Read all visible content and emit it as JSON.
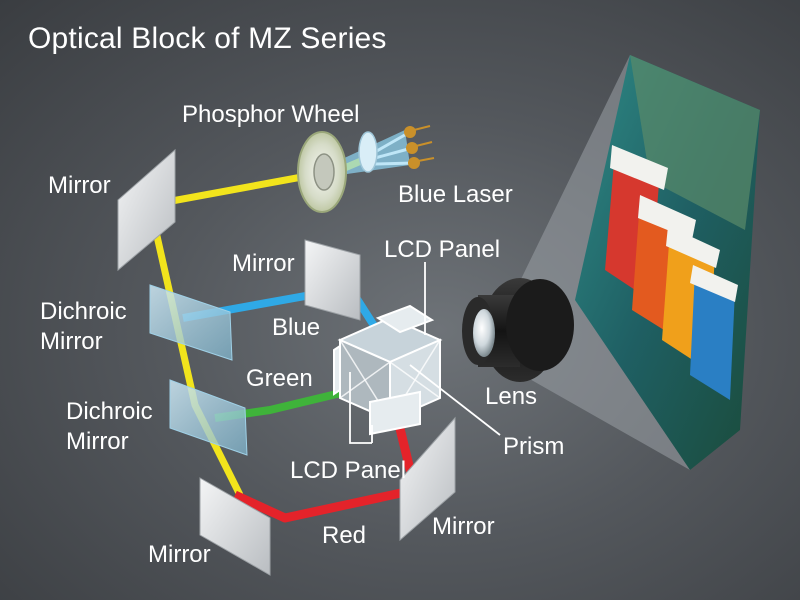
{
  "title": "Optical Block of MZ Series",
  "labels": {
    "phosphor_wheel": "Phosphor Wheel",
    "blue_laser": "Blue Laser",
    "mirror_top_left": "Mirror",
    "mirror_middle": "Mirror",
    "lcd_panel_top": "LCD Panel",
    "dichroic_mirror_1_line1": "Dichroic",
    "dichroic_mirror_1_line2": "Mirror",
    "blue": "Blue",
    "green": "Green",
    "dichroic_mirror_2_line1": "Dichroic",
    "dichroic_mirror_2_line2": "Mirror",
    "lens": "Lens",
    "prism": "Prism",
    "lcd_panel_bottom": "LCD Panel",
    "mirror_bottom_right": "Mirror",
    "red": "Red",
    "mirror_bottom_left": "Mirror"
  },
  "colors": {
    "yellow_beam": "#f2e41c",
    "blue_beam": "#2fa9e6",
    "green_beam": "#3fb33a",
    "red_beam": "#e4232a",
    "laser_beam": "#8fd4f2"
  }
}
